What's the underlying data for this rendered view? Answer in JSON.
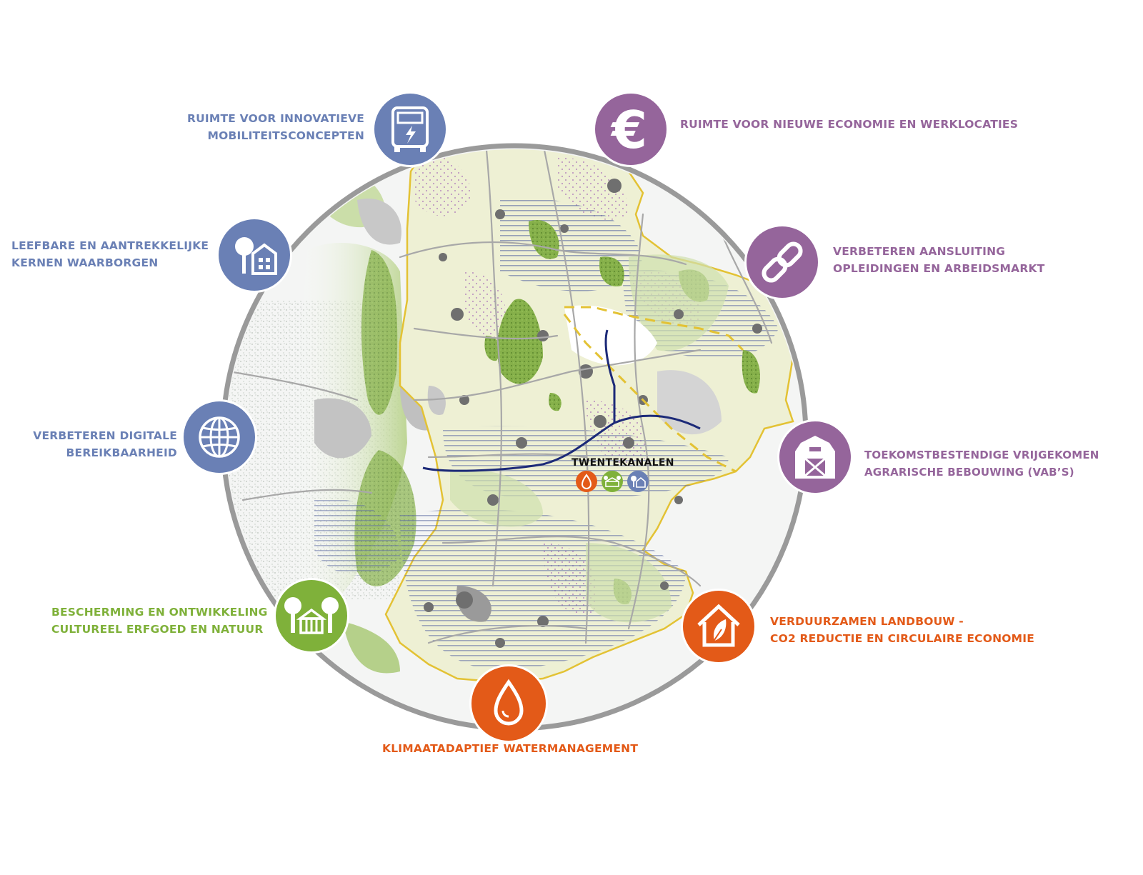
{
  "map": {
    "place_label": "TWENTEKANALEN"
  },
  "themes": [
    {
      "id": "mobility",
      "icon": "bus-icon",
      "color": "#6a80b5",
      "lines": [
        "RUIMTE VOOR INNOVATIEVE",
        "MOBILITEITSCONCEPTEN"
      ]
    },
    {
      "id": "economy",
      "icon": "euro-icon",
      "color": "#95659b",
      "lines": [
        "RUIMTE VOOR NIEUWE ECONOMIE EN WERKLOCATIES"
      ]
    },
    {
      "id": "cores",
      "icon": "tree-house-icon",
      "color": "#6a80b5",
      "lines": [
        "LEEFBARE EN AANTREKKELIJKE",
        "KERNEN WAARBORGEN"
      ]
    },
    {
      "id": "education",
      "icon": "chain-link-icon",
      "color": "#95659b",
      "lines": [
        "VERBETEREN AANSLUITING",
        "OPLEIDINGEN EN ARBEIDSMARKT"
      ]
    },
    {
      "id": "digital",
      "icon": "globe-icon",
      "color": "#6a80b5",
      "lines": [
        "VERBETEREN DIGITALE",
        "BEREIKBAARHEID"
      ]
    },
    {
      "id": "vab",
      "icon": "barn-icon",
      "color": "#95659b",
      "lines": [
        "TOEKOMSTBESTENDIGE VRIJGEKOMEN",
        "AGRARISCHE BEBOUWING (VAB’S)"
      ]
    },
    {
      "id": "heritage",
      "icon": "heritage-trees-icon",
      "color": "#7fb13a",
      "lines": [
        "BESCHERMING EN ONTWIKKELING",
        "CULTUREEL ERFGOED EN NATUUR"
      ]
    },
    {
      "id": "agriculture",
      "icon": "leaf-house-icon",
      "color": "#e35a18",
      "lines": [
        "VERDUURZAMEN LANDBOUW -",
        "CO2 REDUCTIE EN CIRCULAIRE ECONOMIE"
      ]
    },
    {
      "id": "water",
      "icon": "water-drop-icon",
      "color": "#e35a18",
      "lines": [
        "KLIMAATADAPTIEF WATERMANAGEMENT"
      ]
    }
  ],
  "canal_badges": [
    "water-drop-icon",
    "heritage-trees-icon",
    "tree-house-icon"
  ]
}
